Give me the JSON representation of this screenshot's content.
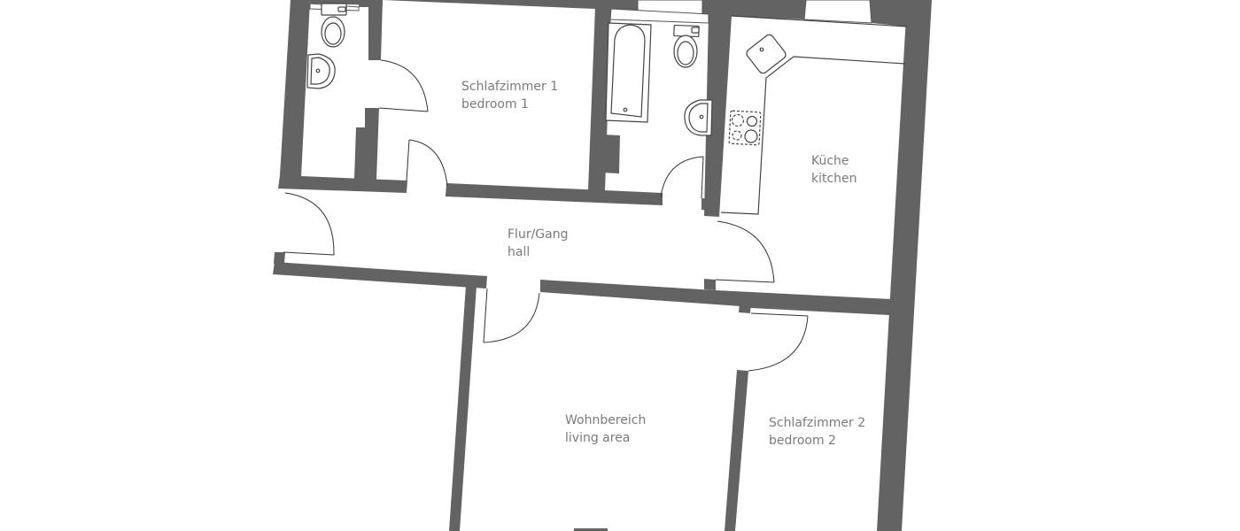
{
  "plan": {
    "wall_color": "#636363",
    "label_color": "#7a7a7a",
    "rooms": [
      {
        "id": "bedroom1",
        "name_de": "Schlafzimmer 1",
        "name_en": "bedroom 1"
      },
      {
        "id": "kitchen",
        "name_de": "Küche",
        "name_en": "kitchen"
      },
      {
        "id": "hall",
        "name_de": "Flur/Gang",
        "name_en": "hall"
      },
      {
        "id": "living",
        "name_de": "Wohnbereich",
        "name_en": "living area"
      },
      {
        "id": "bedroom2",
        "name_de": "Schlafzimmer 2",
        "name_en": "bedroom 2"
      }
    ],
    "fixtures": {
      "wc_toilet": "toilet-icon",
      "wc_sink": "sink-icon",
      "bath_tub": "bathtub-icon",
      "bath_toilet": "toilet-icon",
      "bath_sink": "sink-icon",
      "kitchen_sink": "kitchen-sink-icon",
      "kitchen_stove": "stove-icon"
    }
  }
}
